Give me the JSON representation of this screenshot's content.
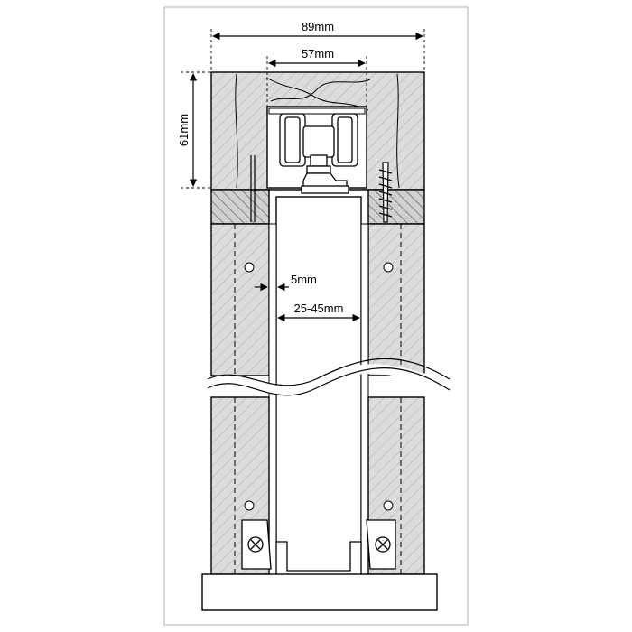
{
  "dimensions": {
    "overall_width": "89mm",
    "track_width": "57mm",
    "track_height": "61mm",
    "wall_gap": "5mm",
    "door_thickness": "25-45mm"
  },
  "colors": {
    "wall_fill": "#dcdcdc",
    "hatch": "#9a9a9a",
    "line": "#000000",
    "door_fill": "#ffffff",
    "frame": "#e6e6e6"
  }
}
